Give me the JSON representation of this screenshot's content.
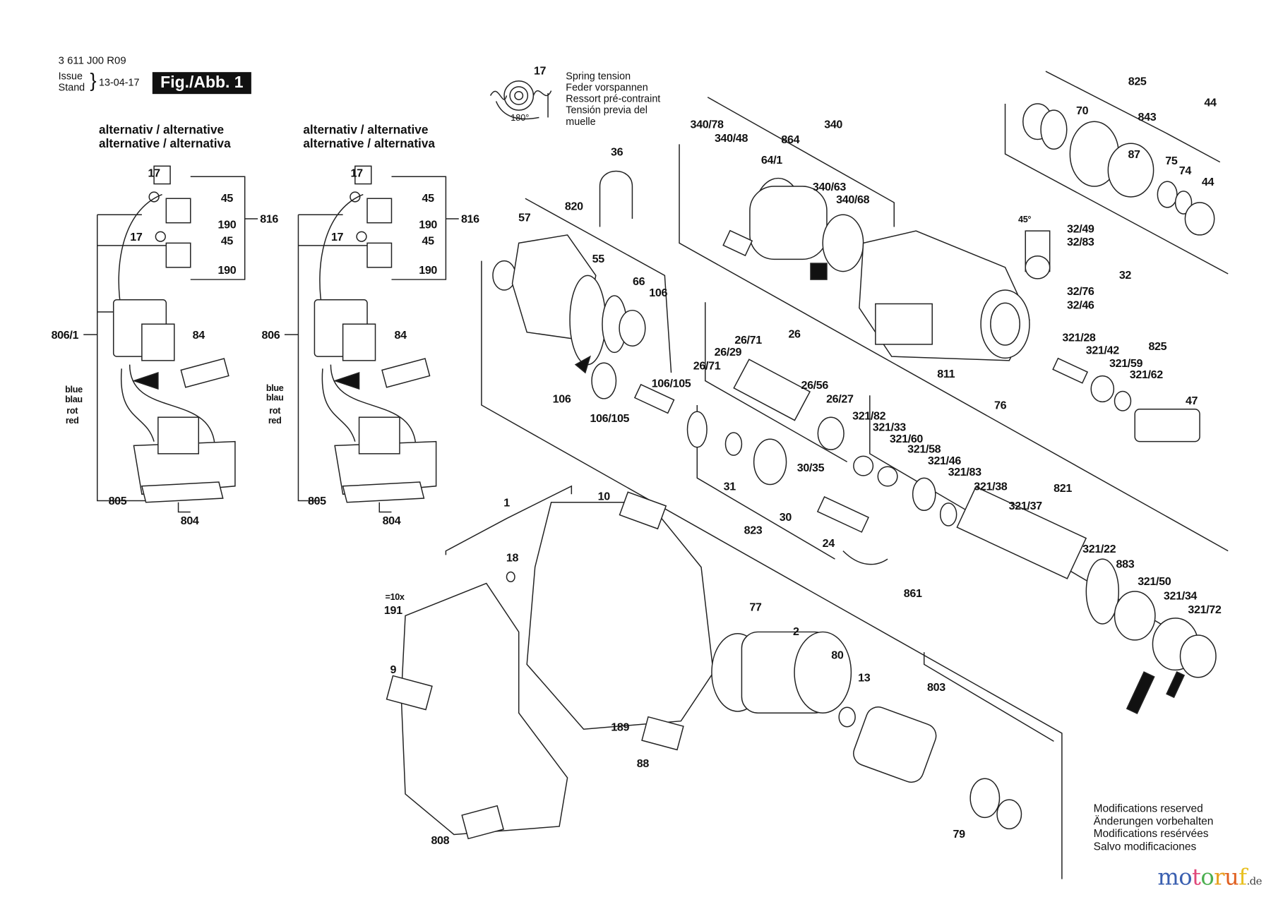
{
  "header": {
    "part_number": "3 611 J00 R09",
    "issue_label": "Issue",
    "stand_label": "Stand",
    "date": "13-04-17",
    "figure": "Fig./Abb. 1"
  },
  "alternative_titles": [
    {
      "line1": "alternativ / alternative",
      "line2": "alternative / alternativa"
    },
    {
      "line1": "alternativ / alternative",
      "line2": "alternative / alternativa"
    }
  ],
  "spring_note": {
    "part": "17",
    "angle": "180°",
    "lines": [
      "Spring tension",
      "Feder vorspannen",
      "Ressort pré-contraint",
      "Tensión previa del",
      "muelle"
    ]
  },
  "wire_labels": [
    "blue",
    "blau",
    "rot",
    "red",
    "blue",
    "blau",
    "rot",
    "red"
  ],
  "part_labels": [
    "17",
    "45",
    "190",
    "816",
    "17",
    "45",
    "190",
    "806/1",
    "84",
    "805",
    "804",
    "17",
    "45",
    "190",
    "816",
    "17",
    "45",
    "190",
    "806",
    "84",
    "805",
    "804",
    "36",
    "57",
    "820",
    "55",
    "66",
    "106",
    "106",
    "106/105",
    "106/105",
    "340/78",
    "340/48",
    "864",
    "64/1",
    "340",
    "340/63",
    "340/68",
    "811",
    "76",
    "825",
    "70",
    "843",
    "44",
    "87",
    "75",
    "74",
    "44",
    "45°",
    "32/49",
    "32/83",
    "32",
    "32/76",
    "32/46",
    "321/28",
    "321/42",
    "321/59",
    "825",
    "321/62",
    "47",
    "26/71",
    "26/29",
    "26/71",
    "26",
    "26/56",
    "26/27",
    "31",
    "30/35",
    "30",
    "823",
    "24",
    "321/82",
    "321/33",
    "321/60",
    "321/58",
    "321/46",
    "321/83",
    "321/38",
    "321/37",
    "821",
    "861",
    "321/22",
    "883",
    "321/50",
    "321/34",
    "321/72",
    "1",
    "10",
    "18",
    "=10x",
    "191",
    "9",
    "77",
    "2",
    "80",
    "13",
    "803",
    "189",
    "88",
    "79",
    "808"
  ],
  "footer": {
    "notes": [
      "Modifications reserved",
      "Änderungen vorbehalten",
      "Modifications resérvées",
      "Salvo modificaciones"
    ],
    "logo_letters": [
      "m",
      "o",
      "t",
      "o",
      "r",
      "u",
      "f"
    ],
    "logo_colors": [
      "#3a5fb0",
      "#3a5fb0",
      "#e0487a",
      "#4caf50",
      "#e8a020",
      "#e06020",
      "#e8c020"
    ],
    "logo_suffix": ".de"
  }
}
